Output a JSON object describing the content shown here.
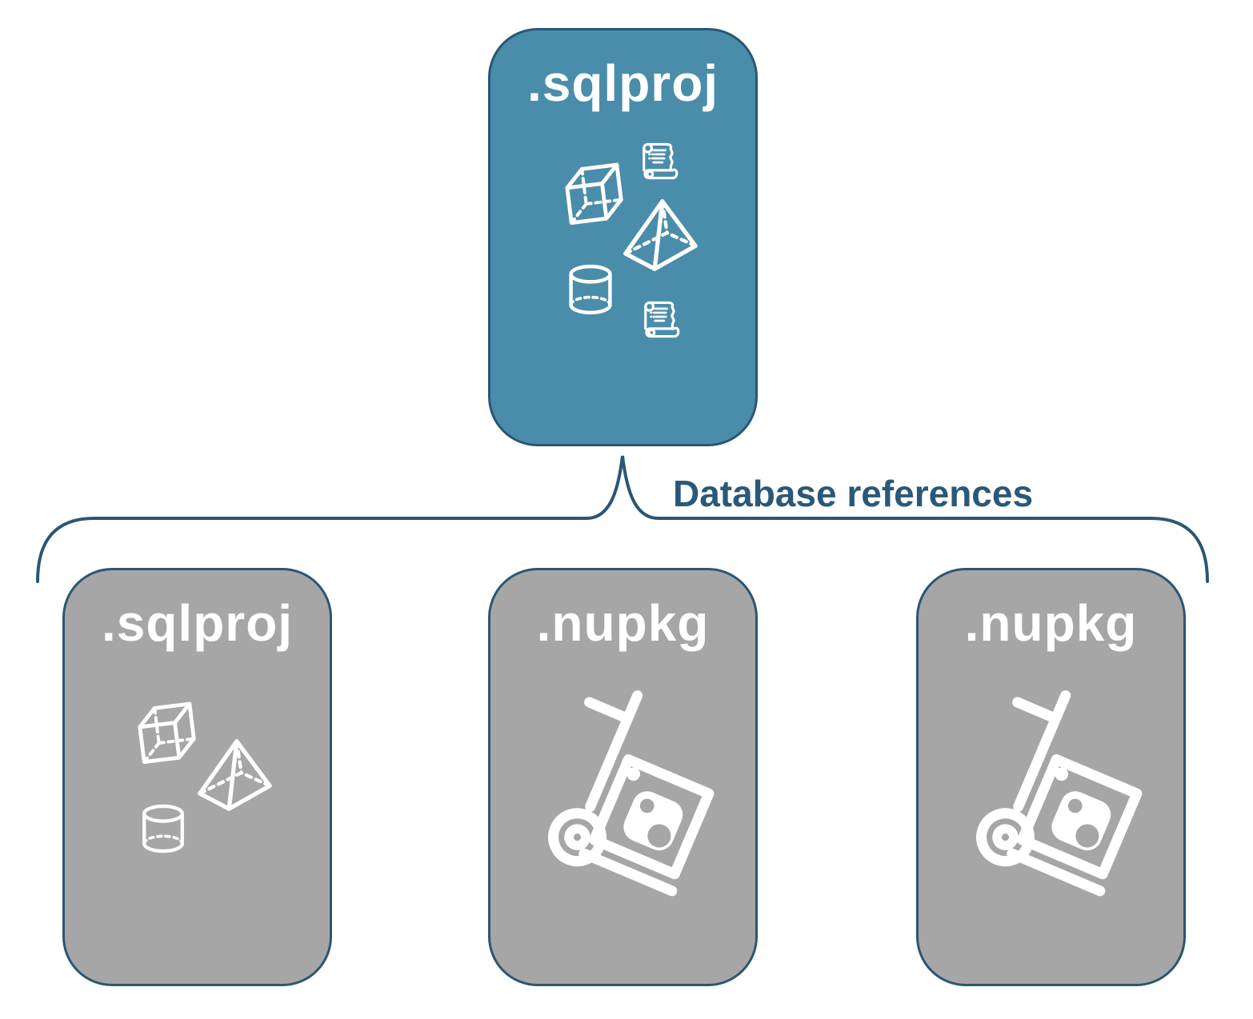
{
  "root_box": {
    "label": ".sqlproj",
    "icons": [
      "cube-icon",
      "script-scroll-icon",
      "pyramid-icon",
      "cylinder-icon",
      "script-scroll-icon"
    ]
  },
  "connector": {
    "label": "Database references"
  },
  "children": [
    {
      "label": ".sqlproj",
      "icons": [
        "cube-icon",
        "pyramid-icon",
        "cylinder-icon"
      ]
    },
    {
      "label": ".nupkg",
      "icons": [
        "package-dolly-icon"
      ]
    },
    {
      "label": ".nupkg",
      "icons": [
        "package-dolly-icon"
      ]
    }
  ],
  "colors": {
    "root_fill": "#4A8DAB",
    "child_fill": "#A6A6A6",
    "outline": "#2A5674",
    "connector_stroke": "#2A5674",
    "label_text": "#2B5878",
    "icon": "#FFFFFF"
  }
}
